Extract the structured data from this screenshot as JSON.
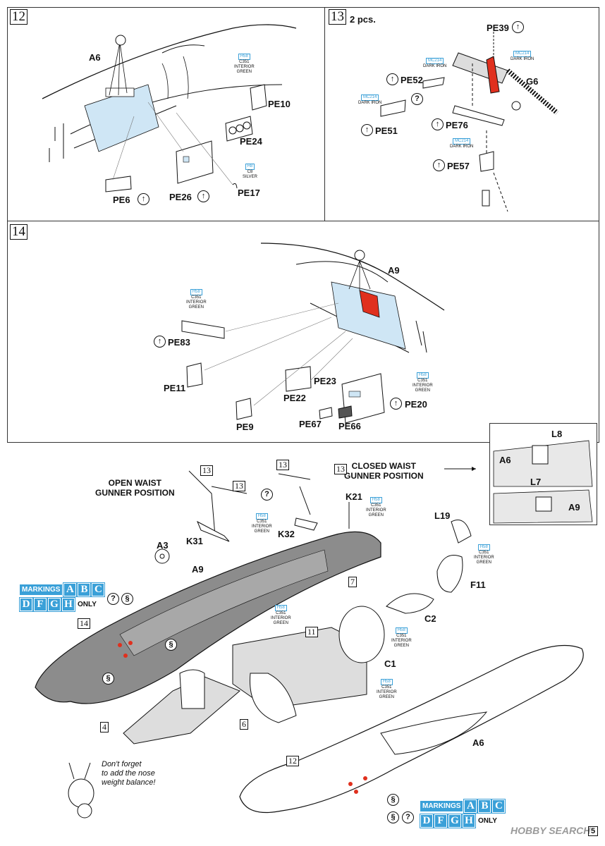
{
  "steps": {
    "s12": "12",
    "s13": "13",
    "s14": "14"
  },
  "step13_qty": "2 pcs.",
  "part_labels": {
    "a6": "A6",
    "pe10": "PE10",
    "pe24": "PE24",
    "pe6": "PE6",
    "pe26": "PE26",
    "pe17": "PE17",
    "pe39": "PE39",
    "pe52": "PE52",
    "g6": "G6",
    "pe51": "PE51",
    "pe76": "PE76",
    "pe57": "PE57",
    "a9": "A9",
    "pe83": "PE83",
    "pe11": "PE11",
    "pe23": "PE23",
    "pe22": "PE22",
    "pe20": "PE20",
    "pe9": "PE9",
    "pe67": "PE67",
    "pe66": "PE66",
    "l8": "L8",
    "l7": "L7",
    "a6_inset": "A6",
    "a9_inset": "A9",
    "k31": "K31",
    "k32": "K32",
    "k21": "K21",
    "l19": "L19",
    "f11": "F11",
    "a3": "A3",
    "a9_main": "A9",
    "c2": "C2",
    "c1": "C1",
    "a6_main": "A6"
  },
  "paints": {
    "interior_green": {
      "code": "H58",
      "mr": "C351",
      "name": "INTERIOR",
      "name2": "GREEN"
    },
    "silver": {
      "code": "H8",
      "mr": "C8",
      "name": "SILVER"
    },
    "dark_iron": {
      "code": "MC214",
      "name": "DARK IRON"
    }
  },
  "positions": {
    "open": {
      "line1": "OPEN WAIST",
      "line2": "GUNNER POSITION"
    },
    "closed": {
      "line1": "CLOSED WAIST",
      "line2": "GUNNER POSITION"
    }
  },
  "refs": {
    "r13a": "13",
    "r13b": "13",
    "r13c": "13",
    "r13d": "13",
    "r7": "7",
    "r11": "11",
    "r14": "14",
    "r4": "4",
    "r6": "6",
    "r12": "12"
  },
  "markings": {
    "word": "MARKINGS",
    "row1": [
      "A",
      "B",
      "C"
    ],
    "row2": [
      "D",
      "F",
      "G",
      "H"
    ],
    "only": "ONLY"
  },
  "note": {
    "line1": "Don't forget",
    "line2": "to add the nose",
    "line3": "weight balance!"
  },
  "watermark": "HOBBY SEARCH",
  "page_number": "5",
  "colors": {
    "accent": "#3aa0d8",
    "red": "#e0301e",
    "grey": "#8c8c8c"
  }
}
